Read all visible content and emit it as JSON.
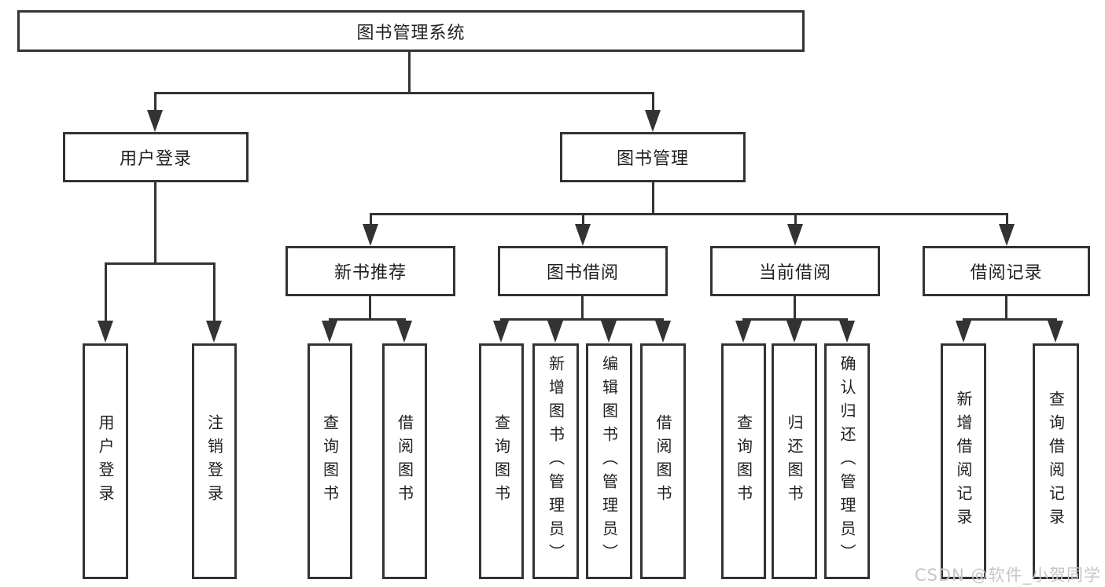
{
  "diagram_type": "hierarchy-tree",
  "colors": {
    "line": "#333333",
    "box_border": "#333333",
    "box_fill": "#ffffff",
    "text": "#1f1f1f",
    "watermark": "#c6c6c6",
    "background": "#ffffff"
  },
  "tree": {
    "root": {
      "label": "图书管理系统"
    },
    "children": [
      {
        "label": "用户登录",
        "children": [
          {
            "label": "用户登录"
          },
          {
            "label": "注销登录"
          }
        ]
      },
      {
        "label": "图书管理",
        "children": [
          {
            "label": "新书推荐",
            "children": [
              {
                "label": "查询图书"
              },
              {
                "label": "借阅图书"
              }
            ]
          },
          {
            "label": "图书借阅",
            "children": [
              {
                "label": "查询图书"
              },
              {
                "label": "新增图书（管理员）"
              },
              {
                "label": "编辑图书（管理员）"
              },
              {
                "label": "借阅图书"
              }
            ]
          },
          {
            "label": "当前借阅",
            "children": [
              {
                "label": "查询图书"
              },
              {
                "label": "归还图书"
              },
              {
                "label": "确认归还（管理员）"
              }
            ]
          },
          {
            "label": "借阅记录",
            "children": [
              {
                "label": "新增借阅记录"
              },
              {
                "label": "查询借阅记录"
              }
            ]
          }
        ]
      }
    ]
  },
  "watermark": {
    "text": "CSDN @软件_小贺同学"
  }
}
